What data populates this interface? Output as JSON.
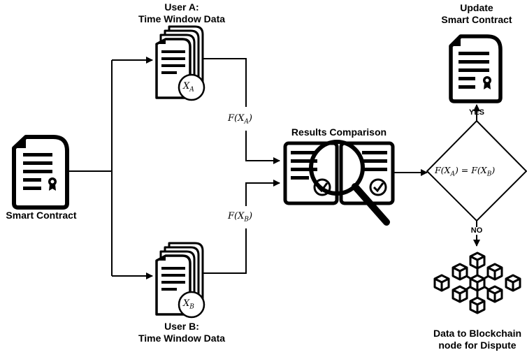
{
  "smart_contract": {
    "label": "Smart Contract"
  },
  "user_a": {
    "line1": "User A:",
    "line2": "Time Window Data",
    "var": "X",
    "sub": "A"
  },
  "user_b": {
    "line1": "User B:",
    "line2": "Time Window Data",
    "var": "X",
    "sub": "B"
  },
  "func_a": {
    "text": "F(X",
    "sub": "A",
    "close": ")"
  },
  "func_b": {
    "text": "F(X",
    "sub": "B",
    "close": ")"
  },
  "comparison": {
    "label": "Results Comparison"
  },
  "decision": {
    "left": "F(X",
    "left_sub": "A",
    "mid": ") = F(X",
    "right_sub": "B",
    "end": ")"
  },
  "yes_label": "YES",
  "no_label": "NO",
  "update": {
    "line1": "Update",
    "line2": "Smart Contract"
  },
  "blockchain": {
    "line1": "Data to Blockchain",
    "line2": "node for Dispute"
  }
}
